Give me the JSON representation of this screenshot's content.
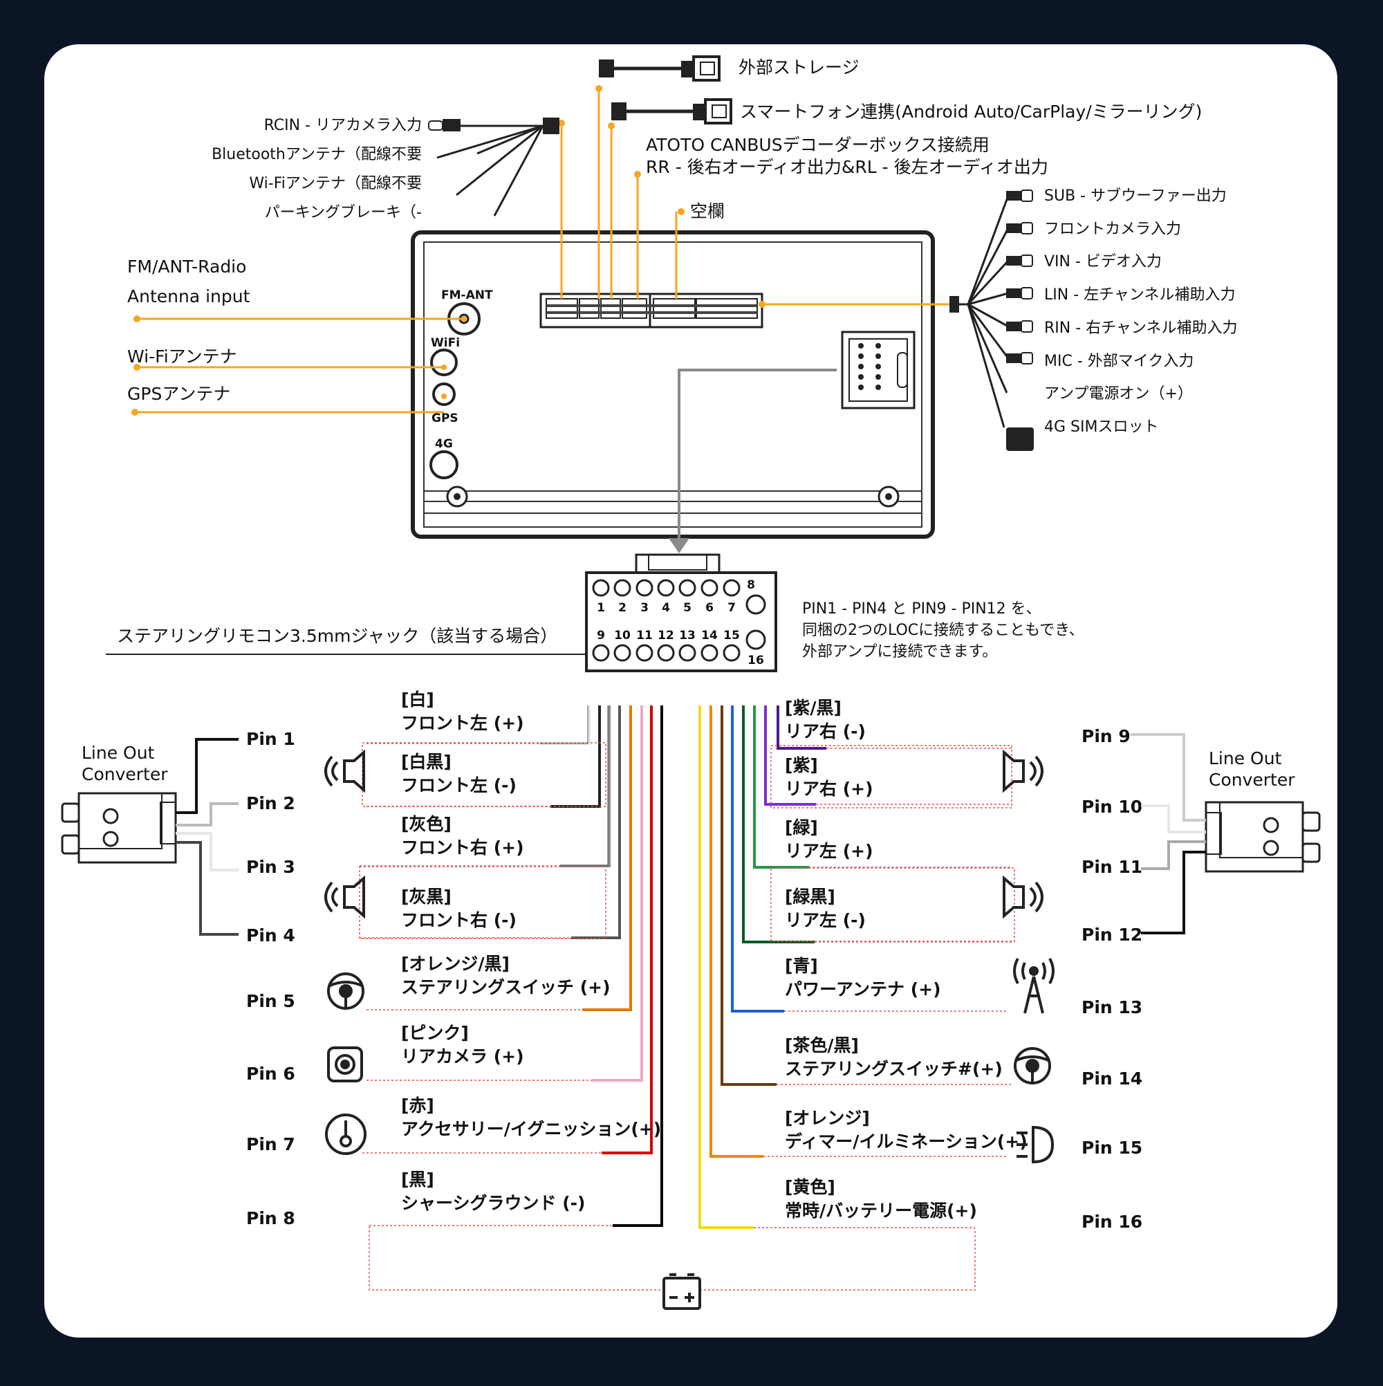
{
  "top_connectors": {
    "external_storage": "外部ストレージ",
    "smartphone": "スマートフォン連携(Android Auto/CarPlay/ミラーリング)",
    "canbus_1": "ATOTO CANBUSデコーダーボックス接続用",
    "canbus_2": "RR - 後右オーディオ出力&RL - 後左オーディオ出力",
    "blank": "空欄"
  },
  "left_harness": [
    "RCIN - リアカメラ入力",
    "Bluetoothアンテナ（配線不要",
    "Wi-Fiアンテナ（配線不要",
    "パーキングブレーキ（-"
  ],
  "antennas": {
    "fm_line1": "FM/ANT-Radio",
    "fm_line2": "Antenna input",
    "wifi": "Wi-Fiアンテナ",
    "gps": "GPSアンテナ"
  },
  "unit_labels": {
    "fm_ant": "FM-ANT",
    "wifi": "WiFi",
    "gps": "GPS",
    "g4": "4G"
  },
  "right_harness": [
    "SUB - サブウーファー出力",
    "フロントカメラ入力",
    "VIN - ビデオ入力",
    "LIN - 左チャンネル補助入力",
    "RIN - 右チャンネル補助入力",
    "MIC - 外部マイク入力",
    "アンプ電源オン（+）",
    "4G SIMスロット"
  ],
  "connector16": {
    "top_numbers": [
      "1",
      "2",
      "3",
      "4",
      "5",
      "6",
      "7",
      "8"
    ],
    "bottom_numbers": [
      "9",
      "10",
      "11",
      "12",
      "13",
      "14",
      "15",
      "16"
    ]
  },
  "steering_jack": "ステアリングリモコン3.5mmジャック（該当する場合）",
  "note": [
    "PIN1 - PIN4 と PIN9 - PIN12 を、",
    "同梱の2つのLOCに接続することもでき、",
    "外部アンプに接続できます。"
  ],
  "line_out": {
    "line1": "Line Out",
    "line2": "Converter"
  },
  "pins_left": [
    "Pin 1",
    "Pin 2",
    "Pin 3",
    "Pin 4",
    "Pin 5",
    "Pin 6",
    "Pin 7",
    "Pin 8"
  ],
  "pins_right": [
    "Pin 9",
    "Pin 10",
    "Pin 11",
    "Pin 12",
    "Pin 13",
    "Pin 14",
    "Pin 15",
    "Pin 16"
  ],
  "wires_left": [
    {
      "color_name": "[白]",
      "func": "フロント左 (+)",
      "color": "#e6e6e6"
    },
    {
      "color_name": "[白黒]",
      "func": "フロント左 (-)",
      "color": "#222222"
    },
    {
      "color_name": "[灰色]",
      "func": "フロント右 (+)",
      "color": "#8a8a8a"
    },
    {
      "color_name": "[灰黒]",
      "func": "フロント右 (-)",
      "color": "#555555"
    },
    {
      "color_name": "[オレンジ/黒]",
      "func": "ステアリングスイッチ (+)",
      "color": "#e07b00"
    },
    {
      "color_name": "[ピンク]",
      "func": "リアカメラ (+)",
      "color": "#f0a8c8"
    },
    {
      "color_name": "[赤]",
      "func": "アクセサリー/イグニッション(+)",
      "color": "#d40000"
    },
    {
      "color_name": "[黒]",
      "func": "シャーシグラウンド (-)",
      "color": "#000000"
    }
  ],
  "wires_right": [
    {
      "color_name": "[紫/黒]",
      "func": "リア右 (-)",
      "color": "#4b1a8f"
    },
    {
      "color_name": "[紫]",
      "func": "リア右 (+)",
      "color": "#7a2fd0"
    },
    {
      "color_name": "[緑]",
      "func": "リア左 (+)",
      "color": "#1f9a4a"
    },
    {
      "color_name": "[緑黒]",
      "func": "リア左 (-)",
      "color": "#0b5a2a"
    },
    {
      "color_name": "[青]",
      "func": "パワーアンテナ (+)",
      "color": "#1f5fd6"
    },
    {
      "color_name": "[茶色/黒]",
      "func": "ステアリングスイッチ#(+)",
      "color": "#6b3a12"
    },
    {
      "color_name": "[オレンジ]",
      "func": "ディマー/イルミネーション(+)",
      "color": "#e88a10"
    },
    {
      "color_name": "[黄色]",
      "func": "常時/バッテリー電源(+)",
      "color": "#f2d81c"
    }
  ],
  "colors": {
    "accent": "#f5a623",
    "dashed": "#e05050",
    "panel": "#ffffff",
    "frame": "#0b1526"
  },
  "icons": [
    "speaker-icon",
    "steering-wheel-icon",
    "camera-icon",
    "ignition-key-icon",
    "battery-icon",
    "antenna-tower-icon",
    "headlight-icon",
    "usb-plug-icon",
    "rca-plug-icon"
  ]
}
